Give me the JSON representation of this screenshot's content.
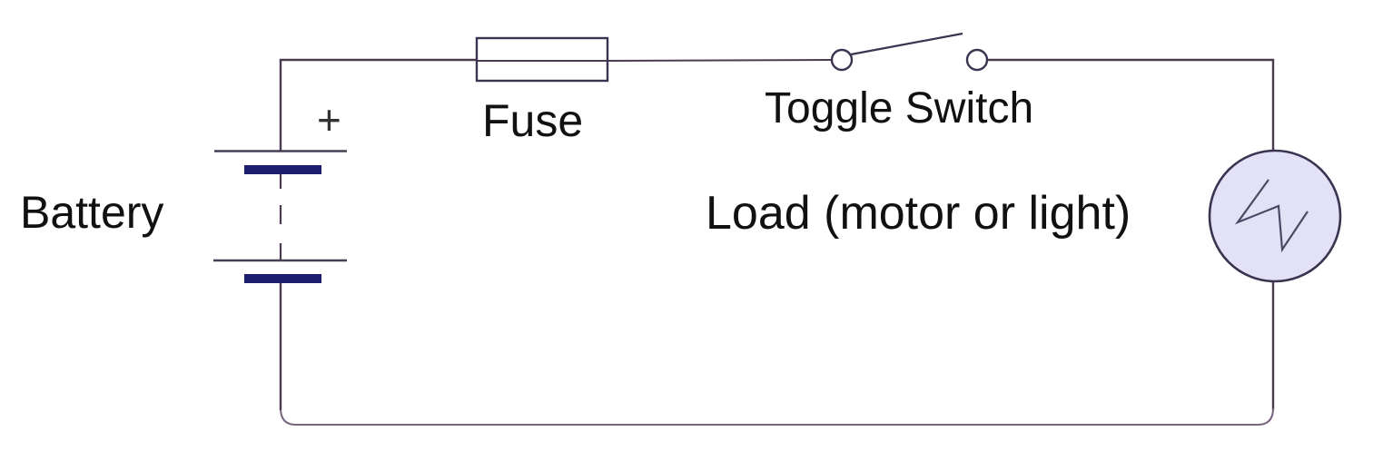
{
  "canvas": {
    "background": "#ffffff"
  },
  "labels": {
    "battery": "Battery",
    "battery_polarity": "+",
    "fuse": "Fuse",
    "toggle_switch": "Toggle Switch",
    "load": "Load (motor or light)"
  },
  "symbols": {
    "battery": "battery-cells-symbol",
    "fuse": "fuse-box-symbol",
    "toggle_switch": "open-switch-symbol",
    "load": "circle-zigzag-load-symbol"
  },
  "colors": {
    "wire": "#4c3a50",
    "wire_return": "#77657f",
    "component_stroke": "#3b3450",
    "battery_plate": "#1d1d70",
    "battery_thin_plate": "#474055",
    "switch_fill": "#ffffff",
    "load_fill": "#e2e1f6",
    "load_zigzag": "#4a4a66",
    "polarity": "#333333",
    "text": "#111111"
  }
}
